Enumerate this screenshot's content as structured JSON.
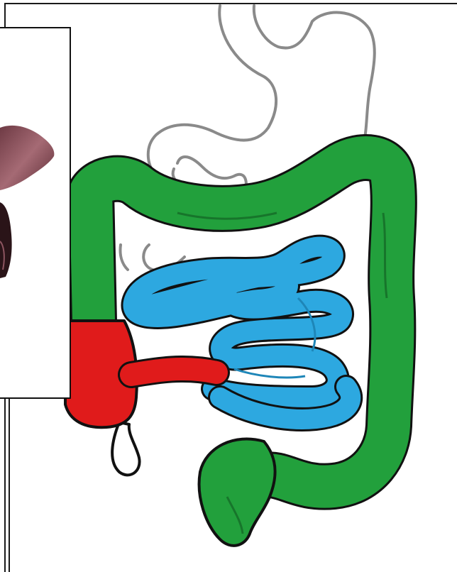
{
  "diagram": {
    "subject": "digestive-tract-illustration",
    "colors": {
      "large_intestine": "#22a03c",
      "small_intestine": "#2da8e0",
      "cecum_ileum": "#e01b1b",
      "outline": "#111111",
      "stomach_outline": "#8a8a8a",
      "liver_inset": "#8a4f5a"
    },
    "regions": [
      "stomach-outline",
      "large-intestine",
      "small-intestine",
      "cecum",
      "terminal-ileum",
      "appendix",
      "rectum"
    ]
  }
}
